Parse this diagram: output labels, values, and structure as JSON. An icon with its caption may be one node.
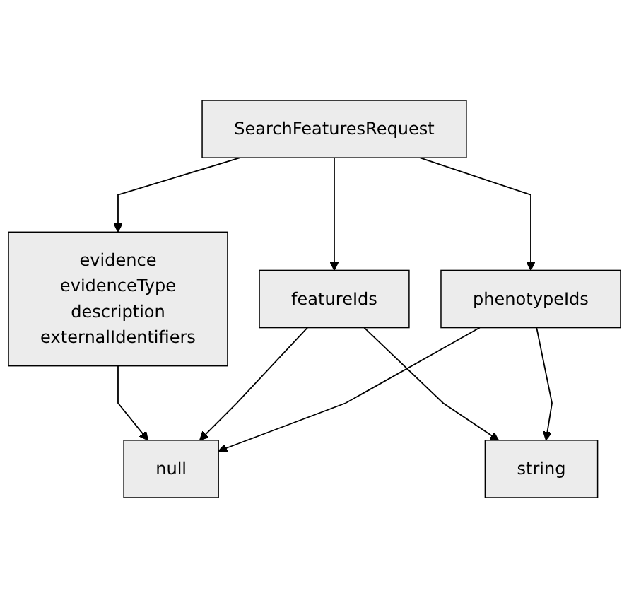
{
  "diagram": {
    "nodes": [
      {
        "text": [
          "SearchFeaturesRequest"
        ]
      },
      {
        "text": [
          "evidence",
          "evidenceType",
          "description",
          "externalIdentifiers"
        ]
      },
      {
        "text": [
          "featureIds"
        ]
      },
      {
        "text": [
          "phenotypeIds"
        ]
      },
      {
        "text": [
          "null"
        ]
      },
      {
        "text": [
          "string"
        ]
      }
    ],
    "edges": [
      {
        "from": 0,
        "to": 1,
        "arrow": "to"
      },
      {
        "from": 0,
        "to": 2,
        "arrow": "to"
      },
      {
        "from": 0,
        "to": 3,
        "arrow": "to"
      },
      {
        "from": 1,
        "to": 4,
        "arrow": "to"
      },
      {
        "from": 2,
        "to": 4,
        "arrow": "to"
      },
      {
        "from": 2,
        "to": 5,
        "arrow": "to"
      },
      {
        "from": 3,
        "to": 4,
        "arrow": "to"
      },
      {
        "from": 3,
        "to": 5,
        "arrow": "to"
      }
    ]
  }
}
